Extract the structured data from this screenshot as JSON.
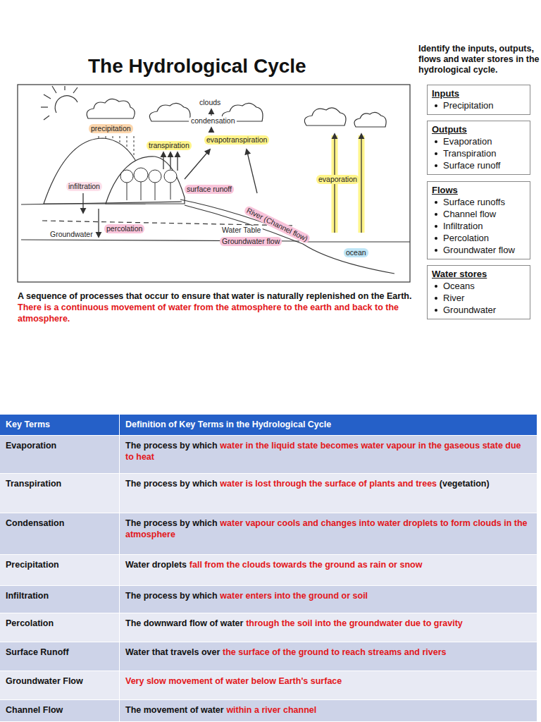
{
  "diagram": {
    "title": "The Hydrological Cycle",
    "nodes": [
      {
        "text": [
          "Inputs",
          "Precipitation"
        ]
      },
      {
        "text": [
          "Outputs",
          "Evaporation",
          "Transpiration",
          "Surface runoff"
        ]
      },
      {
        "text": [
          "Flows",
          "Surface runoffs",
          "Channel flow",
          "Infiltration",
          "Percolation",
          "Groundwater flow"
        ]
      },
      {
        "text": [
          "Water stores",
          "Oceans",
          "River",
          "Groundwater"
        ]
      }
    ],
    "labels": [
      "Identify the inputs, outputs, flows and water stores in the hydrological cycle.",
      "clouds",
      "condensation",
      "precipitation",
      "transpiration",
      "evapotranspiration",
      "infiltration",
      "surface runoff",
      "River (Channel flow)",
      "Water Table",
      "percolation",
      "Groundwater",
      "Groundwater flow",
      "evaporation",
      "ocean",
      "A sequence of processes that occur to ensure that water is naturally replenished on the Earth.",
      "There is a continuous movement of water from the atmosphere to the earth and back to the atmosphere.",
      "Key Terms",
      "Definition of Key Terms in the Hydrological Cycle",
      "Evaporation",
      "The process by which",
      "water in the liquid state becomes water vapour in the gaseous state due to heat",
      "Transpiration",
      "The process by which",
      "water is lost through the surface of plants and trees",
      "(vegetation)",
      "Condensation",
      "The process by which",
      "water vapour cools and changes into water droplets to form clouds in the atmosphere",
      "Precipitation",
      "Water droplets",
      "fall from the clouds towards the ground as rain or snow",
      "Infiltration",
      "The process by which",
      "water enters into the ground or soil",
      "Percolation",
      "The downward flow of water",
      "through the soil into the groundwater due to gravity",
      "Surface Runoff",
      "Water that travels over",
      "the surface of the ground to reach streams and rivers",
      "Groundwater Flow",
      "Very slow movement of water below Earth's surface",
      "Channel Flow",
      "The movement of water",
      "within a river channel"
    ]
  }
}
